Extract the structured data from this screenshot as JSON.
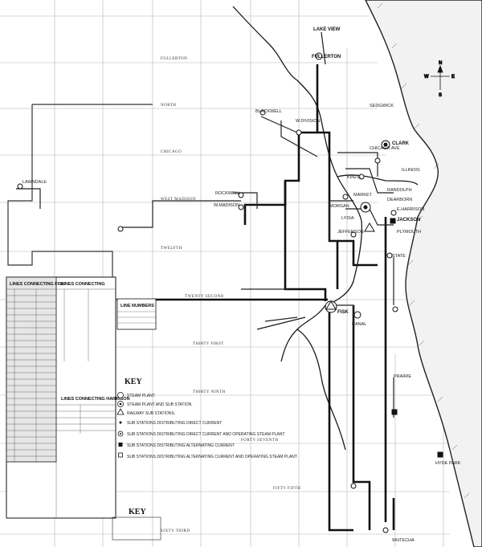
{
  "stations": {
    "lake_view": "LAKE VIEW",
    "fullerton": "FULLERTON",
    "division": "W.DIVISION",
    "clark": "CLARK",
    "illinois": "ILLINOIS",
    "kinzie": "KINZIE",
    "rockwell": "ROCKWELL",
    "w_madison": "W.MADISON",
    "morgan": "MORGAN",
    "jefferson": "JEFFERSON",
    "randolph": "RANDOLPH",
    "dearborn": "DEARBORN",
    "harrison": "E.HARRISON",
    "jackson": "JACKSON",
    "plymouth": "PLYMOUTH",
    "state": "STATE",
    "fisk": "FISK",
    "canal": "CANAL",
    "prairie": "PRAIRIE",
    "hyde_park": "HYDE PARK",
    "whitechapel": "WHTECHA",
    "lawndale": "LAWNDALE",
    "blackwell": "BLACKWELL",
    "lydia": "LYDIA",
    "market": "MARKET",
    "sedgwick": "SEDGWICK",
    "chicago_ave": "CHICAGO AVE"
  },
  "streets": {
    "fullerton": "FULLERTON",
    "north": "NORTH",
    "chicago": "CHICAGO",
    "west_madison": "WEST MADISON",
    "twelfth": "TWELFTH",
    "twenty_second": "TWENTY SECOND",
    "thirty_first": "THIRTY FIRST",
    "thirty_ninth": "THIRTY NINTH",
    "forty_seventh": "FORTY SEVENTH",
    "fifty_fifth": "FIFTY FIFTH",
    "sixty_third": "SIXTY THIRD"
  },
  "table_headers": {
    "left": "LINES CONNECTING FISK",
    "right": "LINES CONNECTING",
    "line_numbers": "LINE NUMBERS",
    "harrison": "LINES CONNECTING HARRISON"
  },
  "key": {
    "title": "KEY",
    "items": [
      "STEAM PLANT.",
      "STEAM PLANT AND SUB STATION.",
      "RAILWAY SUB STATIONS.",
      "SUB STATIONS DISTRIBUTING DIRECT CURRENT",
      "SUB STATIONS DISTRIBUTING DIRECT CURRENT AND OPERATING STEAM PLANT",
      "SUB STATIONS DISTRIBUTING ALTERNATING CURRENT",
      "SUB STATIONS DISTRIBUTING ALTERNATING CURRENT AND OPERATING STEAM PLANT"
    ],
    "title2": "KEY"
  },
  "compass": {
    "n": "N",
    "s": "S",
    "e": "E",
    "w": "W"
  },
  "colors": {
    "paper": "#ffffff",
    "ink": "#1a1a1a",
    "lake": "#f4f4f4"
  }
}
